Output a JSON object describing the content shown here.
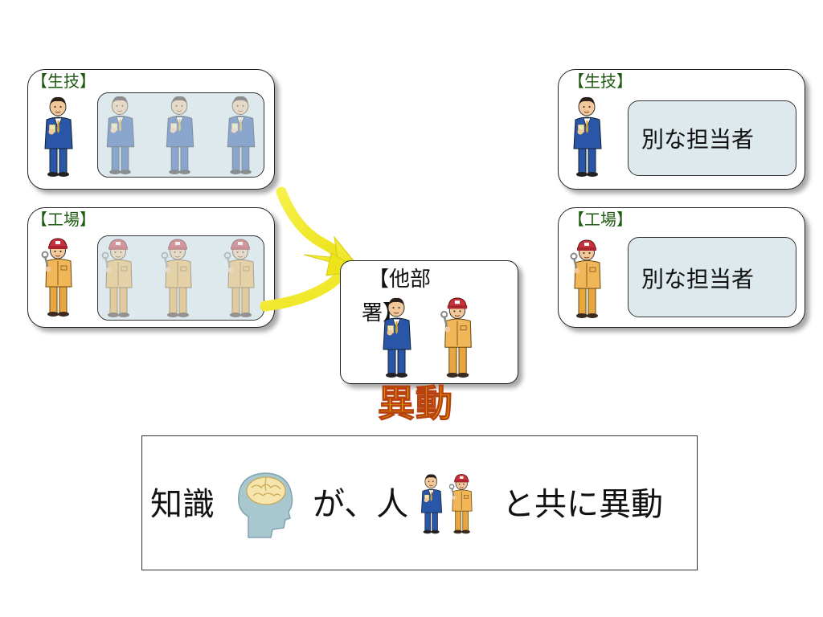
{
  "left_cards": {
    "seigi": {
      "label": "【生技】"
    },
    "factory": {
      "label": "【工場】"
    }
  },
  "other_dept": {
    "label_line1": "【他部",
    "label_line2": "署】"
  },
  "right_cards": {
    "seigi": {
      "label": "【生技】",
      "replacement": "別な担当者"
    },
    "factory": {
      "label": "【工場】",
      "replacement": "別な担当者"
    }
  },
  "transfer_label": "異動",
  "summary": {
    "knowledge": "知識",
    "ga": "が、人",
    "tail": "と共に異動"
  },
  "colors": {
    "label_green": "#1f5a12",
    "inner_box": "#dde9ec",
    "arrow_yellow": "#f4ec2a",
    "transfer_fill": "#f5c400",
    "transfer_outline": "#b8420f",
    "suit_blue": "#2a56a8",
    "worker_tan": "#e8a640",
    "cap_red": "#c8323c"
  }
}
